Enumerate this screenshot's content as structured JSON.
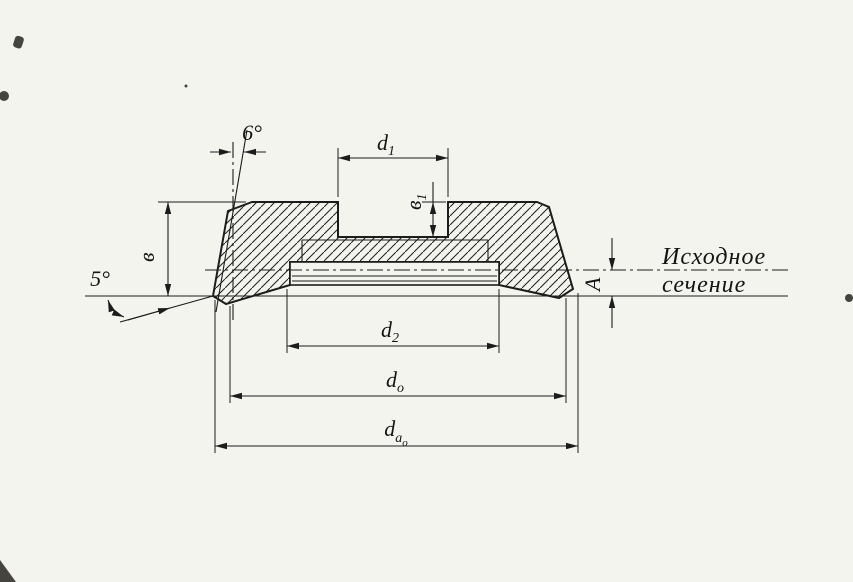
{
  "diagram": {
    "kind": "engineering-cross-section",
    "note": {
      "line1": "Исходное",
      "line2": "сечение"
    },
    "labels": {
      "angle_top": "6°",
      "angle_left": "5°",
      "height": "в",
      "depth": {
        "base": "в",
        "sub": "1"
      },
      "d1": {
        "base": "d",
        "sub": "1"
      },
      "d2": {
        "base": "d",
        "sub": "2"
      },
      "d0": {
        "base": "d",
        "sub": "o"
      },
      "da0": {
        "base": "d",
        "sub": "a",
        "subsub": "o"
      },
      "offset": "A"
    },
    "colors": {
      "ink": "#1c1c1c",
      "paper": "#f4f4ef"
    }
  }
}
